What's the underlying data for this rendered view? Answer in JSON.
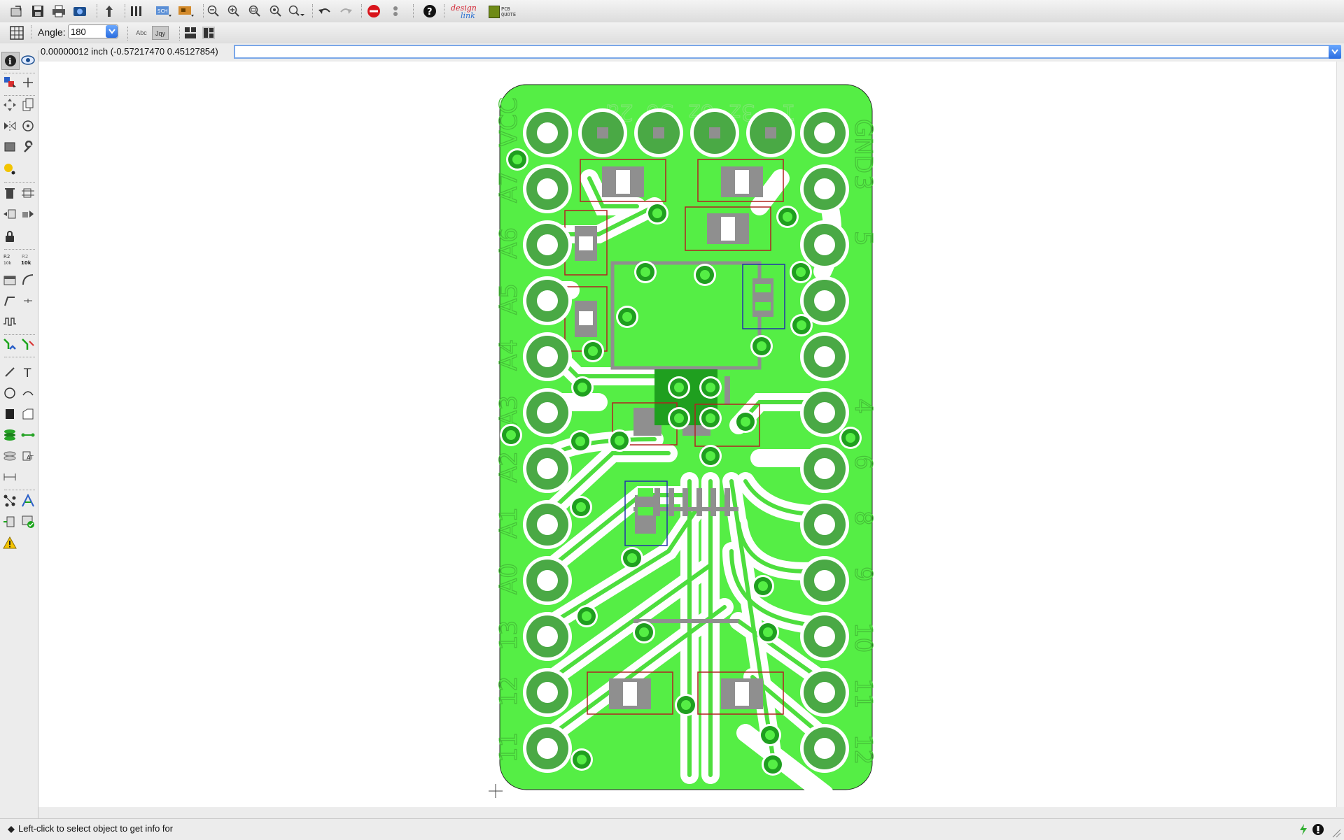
{
  "toolbar": {
    "angle_label": "Angle:",
    "angle_value": "180",
    "icons": [
      "open-icon",
      "save-icon",
      "print-icon",
      "screenshot-icon",
      "export-icon",
      "layers-icon",
      "sch-view-icon",
      "pcb-view-icon",
      "zoom-out-icon",
      "zoom-in-icon",
      "zoom-fit-icon",
      "zoom-window-icon",
      "zoom-menu-icon",
      "undo-icon",
      "redo-icon",
      "stop-icon",
      "more-icon",
      "help-icon",
      "designlink-icon",
      "pcb-quote-icon"
    ],
    "designlink_label_top": "design",
    "designlink_label_bottom": "link",
    "pcbquote_label_top": "PCB",
    "pcbquote_label_bottom": "QUOTE",
    "text_btn_1": "Abc",
    "text_btn_2": "Jqy"
  },
  "coord": {
    "readout": "0.00000012 inch (-0.57217470 0.45127854)",
    "command_value": ""
  },
  "board": {
    "silk_left": [
      "VCC",
      "A7",
      "A6",
      "A5",
      "A4",
      "A3",
      "A2",
      "A1",
      "A0",
      "13",
      "12",
      "11"
    ],
    "silk_top": [
      "2a",
      "30",
      "6z",
      "3z",
      "1"
    ],
    "silk_right": [
      "GND",
      "3",
      "5",
      "4",
      "6",
      "8",
      "9",
      "10",
      "11",
      "12"
    ],
    "colors": {
      "copper": "#55ee45",
      "pad": "#4aa945",
      "trace_clear": "#ffffff",
      "silk": "#8f8f8f",
      "part_outline": "#b22222",
      "part_outline_blue": "#2233aa"
    }
  },
  "status": {
    "text": "Left-click to select object to get info for"
  }
}
